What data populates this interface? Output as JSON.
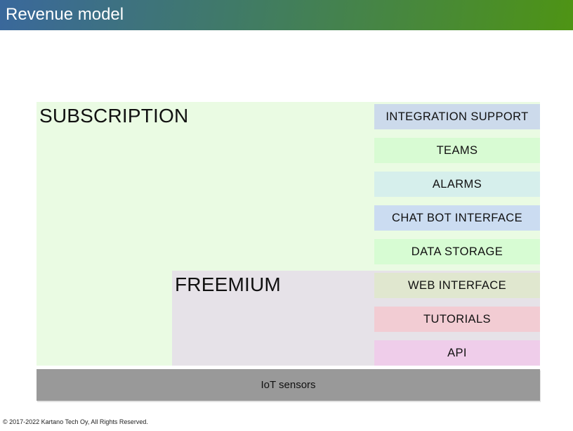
{
  "header": {
    "title": "Revenue model",
    "gradient_left_color": "#3a689c",
    "gradient_right_color": "#4e9414",
    "title_color": "#ffffff"
  },
  "diagram": {
    "tiers": {
      "subscription": {
        "label": "SUBSCRIPTION",
        "bg": "#eafbe3"
      },
      "freemium": {
        "label": "FREEMIUM",
        "bg": "#e6e2e8"
      }
    },
    "features": [
      {
        "label": "INTEGRATION SUPPORT",
        "bg": "#ccdaeb"
      },
      {
        "label": "TEAMS",
        "bg": "#d8fbd3"
      },
      {
        "label": "ALARMS",
        "bg": "#d6efec"
      },
      {
        "label": "CHAT BOT INTERFACE",
        "bg": "#cbdcf1"
      },
      {
        "label": "DATA STORAGE",
        "bg": "#d7fcd3"
      },
      {
        "label": "WEB INTERFACE",
        "bg": "#e0e7cf"
      },
      {
        "label": "TUTORIALS",
        "bg": "#f2ccd3"
      },
      {
        "label": "API",
        "bg": "#efcdea"
      }
    ],
    "base": {
      "label": "IoT sensors",
      "bg": "#999999"
    }
  },
  "footer": {
    "copyright": "© 2017-2022 Kartano Tech Oy, All Rights Reserved."
  }
}
